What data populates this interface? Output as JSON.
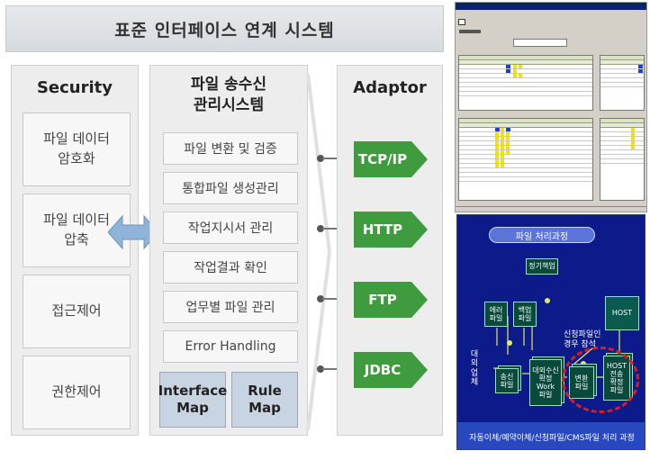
{
  "main": {
    "title": "표준 인터페이스 연계 시스템",
    "security": {
      "title": "Security",
      "items": [
        "파일 데이터\n암호화",
        "파일 데이터\n압축",
        "접근제어",
        "권한제어"
      ]
    },
    "transfer": {
      "title": "파일 송수신\n관리시스템",
      "items": [
        "파일 변환 및 검증",
        "통합파일 생성관리",
        "작업지시서 관리",
        "작업결과 확인",
        "업무별 파일 관리",
        "Error Handling"
      ],
      "maps": [
        "Interface\nMap",
        "Rule\nMap"
      ]
    },
    "adaptor": {
      "title": "Adaptor",
      "items": [
        "TCP/IP",
        "HTTP",
        "FTP",
        "JDBC"
      ]
    },
    "colors": {
      "adaptor_green": "#3e9b3e",
      "map_blue": "#c9d4e2",
      "bidir_arrow": "#8fb3d9"
    }
  },
  "screenshot": {
    "icon": "table-window-icon"
  },
  "process": {
    "title": "파일 처리과정",
    "boxes": {
      "complete": "정기책업",
      "error": "에러\n파일",
      "backup": "백업\n파일",
      "send": "송신\n파일",
      "confirm": "대외수신\n확정\nWork\n파일",
      "convert": "변환\n파일",
      "host_box": "HOST",
      "host_send": "HOST\n전송\n확정\n파일",
      "outside": "대\n외\n업\n체"
    },
    "note": "신청파일인\n경우 참석",
    "footer": "자동이체/예약이체/신청파일/CMS파일 처리 과정",
    "colors": {
      "background": "#0c1a8a",
      "box": "#0a4a3c",
      "highlight": "#d62020"
    }
  }
}
